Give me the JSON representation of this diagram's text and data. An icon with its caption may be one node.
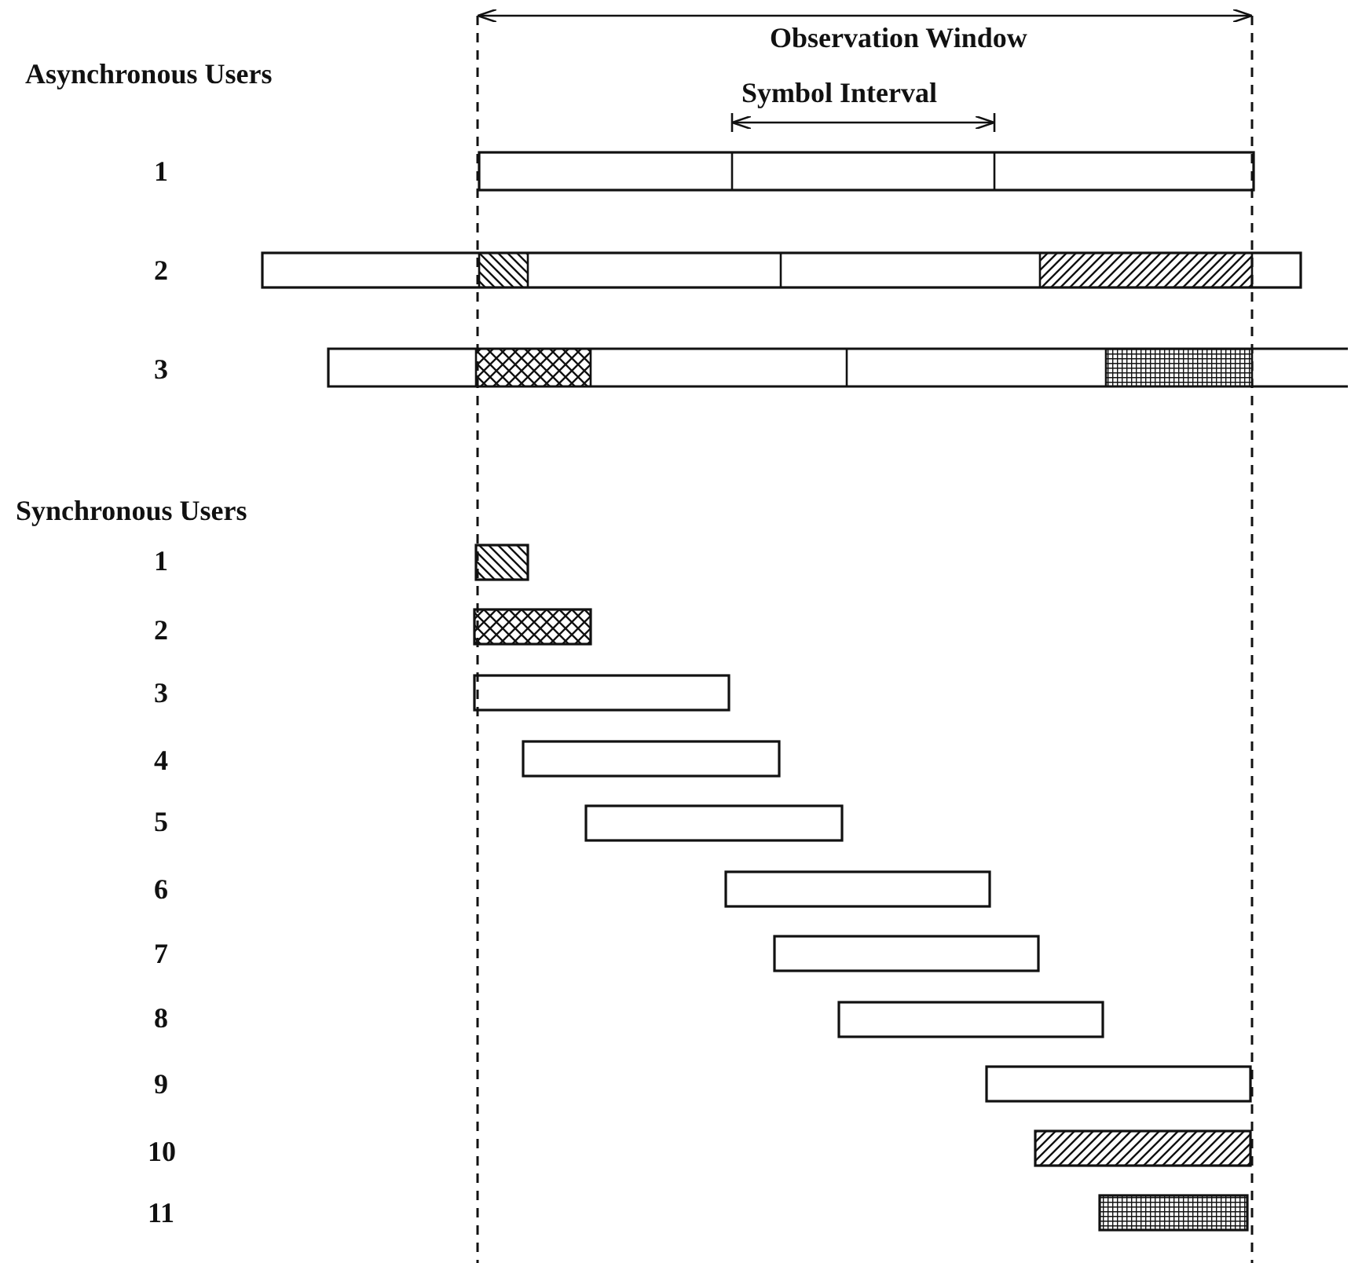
{
  "diagram": {
    "labels": [
      "Observation Window",
      "Asynchronous Users",
      "Symbol Interval",
      "1",
      "2",
      "3",
      "Synchronous Users",
      "1",
      "2",
      "3",
      "4",
      "5",
      "6",
      "7",
      "8",
      "9",
      "10",
      "11"
    ]
  }
}
